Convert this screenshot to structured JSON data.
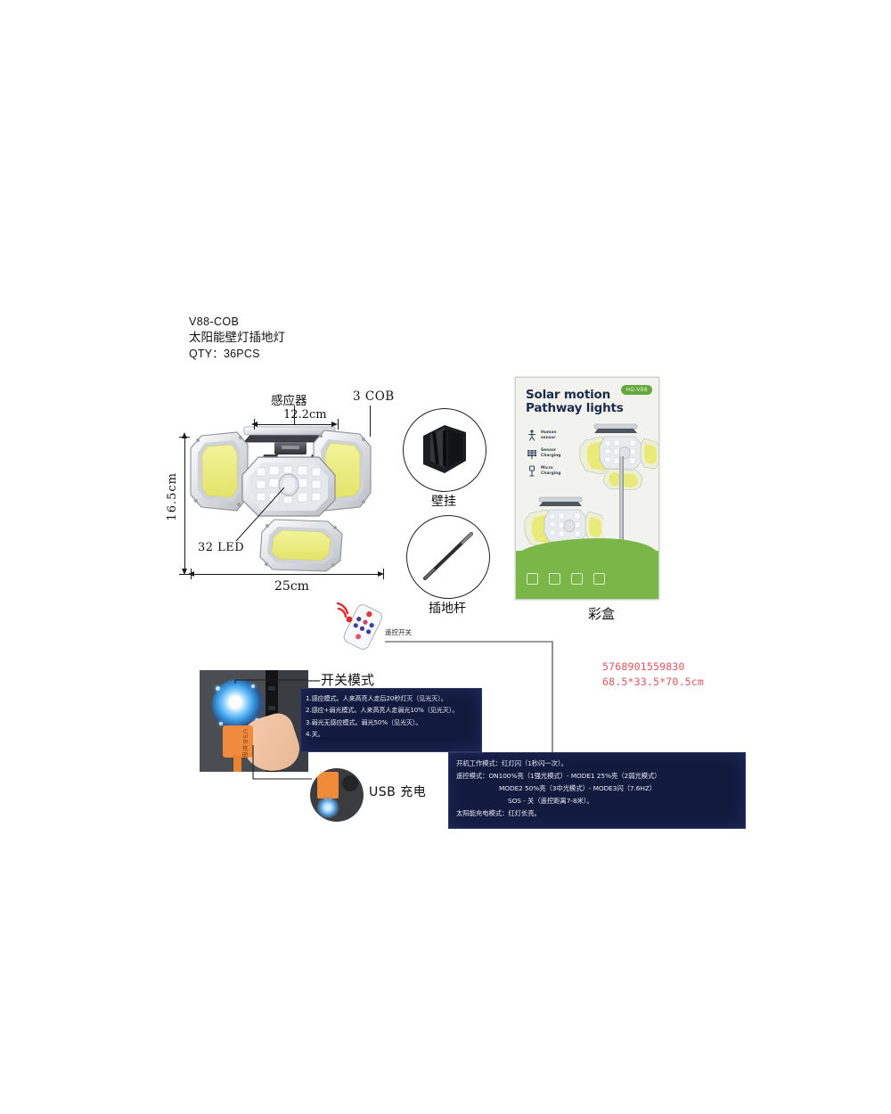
{
  "header": {
    "model": "V88-COB",
    "product_name_cn": "太阳能壁灯插地灯",
    "qty": "QTY：36PCS"
  },
  "diagram": {
    "sensor_label": "感应器",
    "cob_label": "3 COB",
    "led_label": "32 LED",
    "width_inner": "12.2cm",
    "height": "16.5cm",
    "width_total": "25cm",
    "wall_mount_label": "壁挂",
    "ground_stake_label": "插地杆",
    "remote_label": "遥控开关"
  },
  "colorbox": {
    "title_line1": "Solar motion",
    "title_line2": "Pathway lights",
    "badge": "HG-V88",
    "features": [
      {
        "icon": "human-sensor-icon",
        "line1": "Human",
        "line2": "sensor"
      },
      {
        "icon": "solar-charging-icon",
        "line1": "Sensor",
        "line2": "Charging"
      },
      {
        "icon": "micro-charging-icon",
        "line1": "Micro",
        "line2": "Charging"
      }
    ],
    "caption": "彩盒"
  },
  "spec": {
    "barcode": "5768901559830",
    "carton_size": "68.5*33.5*70.5cm",
    "color": "#e0565c"
  },
  "photo": {
    "usb_label": "USB 充电",
    "tag_text": "USB充电"
  },
  "switch_modes": {
    "title": "开关模式",
    "lines": [
      "1.感应模式。人来高亮人走后20秒灯灭（见光灭）。",
      "2.感应+弱光模式。人来高亮人走弱光10%（见光灭）。",
      "3.弱光无感应模式。弱光50%（见光灭）。",
      "4.关。"
    ]
  },
  "remote_modes": {
    "lines": [
      "开机工作模式：红灯闪（1秒闪一次）。",
      "遥控模式：ON100%亮（1强光模式）- MODE1 25%亮（2弱光模式）",
      "MODE2 50%亮（3中光模式）- MODE3闪（7.6HZ）",
      "SOS - 关（遥控距离7-8米）。",
      "太阳能充电模式：红灯长亮。"
    ]
  }
}
